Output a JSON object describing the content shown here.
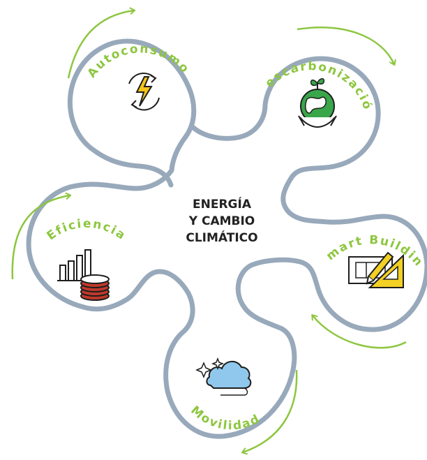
{
  "center": {
    "line1": "ENERGÍA",
    "line2": "Y CAMBIO",
    "line3": "CLIMÁTICO"
  },
  "petals": [
    {
      "label": "Autoconsumo",
      "icon": "lightning-cycle-icon"
    },
    {
      "label": "Descarbonización",
      "icon": "globe-hands-icon"
    },
    {
      "label": "Smart Building",
      "icon": "blueprint-pencil-icon"
    },
    {
      "label": "Movilidad",
      "icon": "cloud-sparkle-icon"
    },
    {
      "label": "Eficiencia",
      "icon": "coins-chart-icon"
    }
  ],
  "colors": {
    "outline": "#98a9bb",
    "accent": "#8dc63f",
    "text": "#222222",
    "icon_line": "#1e1e1e",
    "bolt": "#f5c518",
    "globe": "#3aa64a",
    "coin": "#c0392b",
    "cloud": "#8fc8ec",
    "ruler": "#f2d024"
  }
}
